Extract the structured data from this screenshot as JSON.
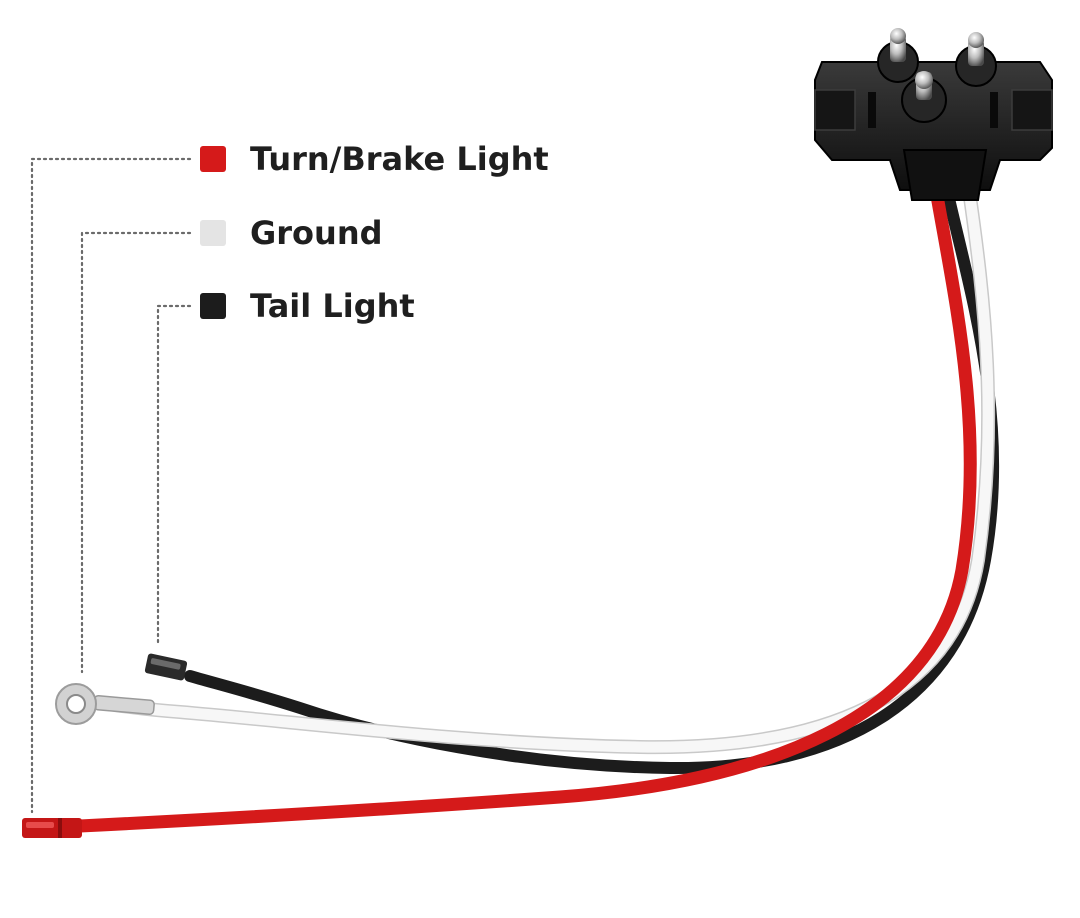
{
  "legend": [
    {
      "label": "Turn/Brake Light",
      "color": "#d51a1a"
    },
    {
      "label": "Ground",
      "color": "#e4e4e4"
    },
    {
      "label": "Tail Light",
      "color": "#1c1c1c"
    }
  ],
  "colors": {
    "red_wire": "#d51a1a",
    "white_wire": "#f7f7f7",
    "black_wire": "#1c1c1c",
    "connector": "#1a1a1a",
    "leader_line": "#6a6a6a"
  },
  "icons": {
    "connector": "three-prong-plug-icon",
    "ring_terminal": "ring-terminal-icon"
  }
}
